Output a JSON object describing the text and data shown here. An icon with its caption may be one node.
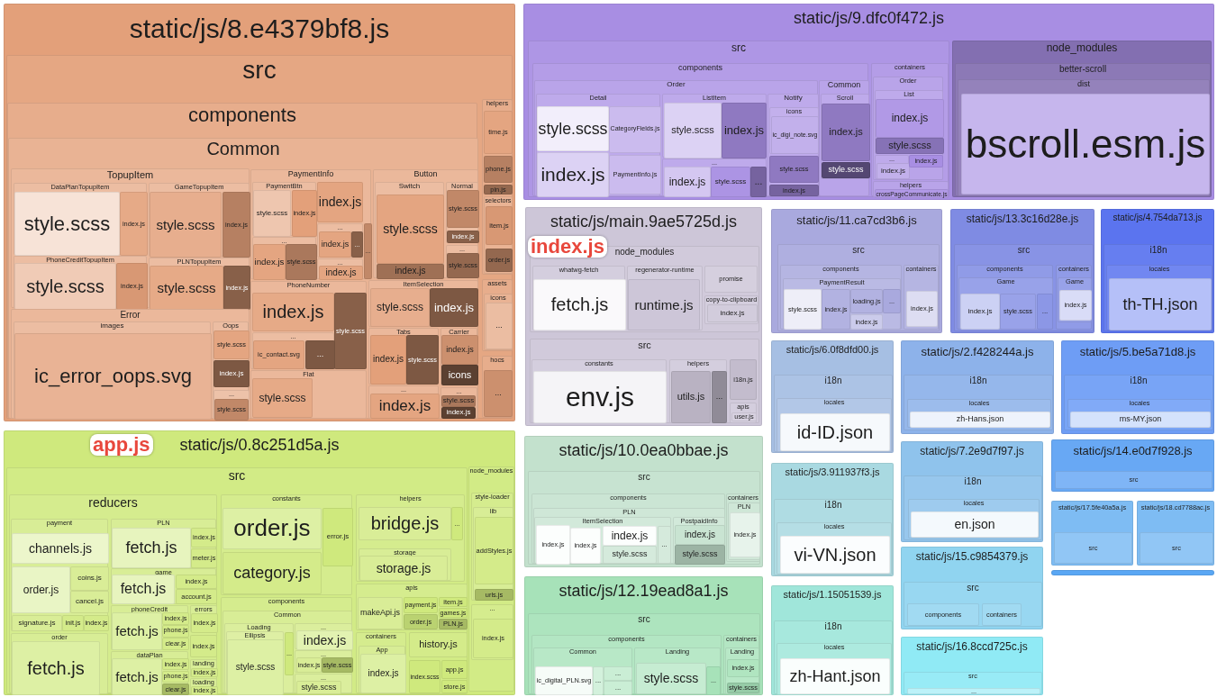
{
  "diagram": {
    "nodes": [
      {
        "text": [
          "static/js/8.e4379bf8.js"
        ]
      },
      {
        "text": [
          "src"
        ],
        "in": 0
      },
      {
        "text": [
          "components"
        ],
        "in": 1
      },
      {
        "text": [
          "Common"
        ],
        "in": 2
      },
      {
        "text": [
          "TopupItem"
        ],
        "in": 3
      },
      {
        "text": [
          "DataPlanTopupItem"
        ],
        "in": 4
      },
      {
        "text": [
          "style.scss"
        ],
        "in": 5
      },
      {
        "text": [
          "index.js"
        ],
        "in": 5
      },
      {
        "text": [
          "GameTopupItem"
        ],
        "in": 4
      },
      {
        "text": [
          "style.scss"
        ],
        "in": 8
      },
      {
        "text": [
          "index.js"
        ],
        "in": 8
      },
      {
        "text": [
          "PhoneCreditTopupItem"
        ],
        "in": 4
      },
      {
        "text": [
          "style.scss"
        ],
        "in": 11
      },
      {
        "text": [
          "index.js"
        ],
        "in": 11
      },
      {
        "text": [
          "PLNTopupItem"
        ],
        "in": 4
      },
      {
        "text": [
          "style.scss"
        ],
        "in": 14
      },
      {
        "text": [
          "index.js"
        ],
        "in": 14
      },
      {
        "text": [
          "Error"
        ],
        "in": 3
      },
      {
        "text": [
          "images"
        ],
        "in": 17
      },
      {
        "text": [
          "ic_error_oops.svg"
        ],
        "in": 18
      },
      {
        "text": [
          "Oops"
        ],
        "in": 17
      },
      {
        "text": [
          "style.scss"
        ],
        "in": 20
      },
      {
        "text": [
          "index.js"
        ],
        "in": 20
      },
      {
        "text": [
          "..."
        ],
        "in": 20
      },
      {
        "text": [
          "style.scss"
        ],
        "in": 23
      },
      {
        "text": [
          "PaymentInfo"
        ],
        "in": 3
      },
      {
        "text": [
          "PaymentBtn"
        ],
        "in": 25
      },
      {
        "text": [
          "style.scss"
        ],
        "in": 26
      },
      {
        "text": [
          "index.js"
        ],
        "in": 26
      },
      {
        "text": [
          "..."
        ],
        "in": 25
      },
      {
        "text": [
          "index.js"
        ],
        "in": 29
      },
      {
        "text": [
          "style.scss"
        ],
        "in": 29
      },
      {
        "text": [
          "index.js"
        ],
        "in": 25
      },
      {
        "text": [
          "..."
        ],
        "in": 25
      },
      {
        "text": [
          "index.js"
        ],
        "in": 33
      },
      {
        "text": [
          "..."
        ],
        "in": 33
      },
      {
        "text": [
          "..."
        ],
        "in": 25
      },
      {
        "text": [
          "index.js"
        ],
        "in": 36
      },
      {
        "text": [
          "..."
        ],
        "in": 25
      },
      {
        "text": [
          "Button"
        ],
        "in": 3
      },
      {
        "text": [
          "Switch"
        ],
        "in": 39
      },
      {
        "text": [
          "style.scss"
        ],
        "in": 40
      },
      {
        "text": [
          "index.js"
        ],
        "in": 40
      },
      {
        "text": [
          "Normal"
        ],
        "in": 39
      },
      {
        "text": [
          "style.scss"
        ],
        "in": 43
      },
      {
        "text": [
          "index.js"
        ],
        "in": 43
      },
      {
        "text": [
          "..."
        ],
        "in": 39
      },
      {
        "text": [
          "style.scss"
        ],
        "in": 46
      },
      {
        "text": [
          "PhoneNumber"
        ],
        "in": 3
      },
      {
        "text": [
          "index.js"
        ],
        "in": 48
      },
      {
        "text": [
          "style.scss"
        ],
        "in": 48
      },
      {
        "text": [
          "..."
        ],
        "in": 48
      },
      {
        "text": [
          "ic_contact.svg"
        ],
        "in": 51
      },
      {
        "text": [
          "..."
        ],
        "in": 51
      },
      {
        "text": [
          "Flat"
        ],
        "in": 3
      },
      {
        "text": [
          "style.scss"
        ],
        "in": 54
      },
      {
        "text": [
          "ItemSelection"
        ],
        "in": 3
      },
      {
        "text": [
          "style.scss"
        ],
        "in": 56
      },
      {
        "text": [
          "index.js"
        ],
        "in": 56
      },
      {
        "text": [
          "Tabs"
        ],
        "in": 3
      },
      {
        "text": [
          "index.js"
        ],
        "in": 59
      },
      {
        "text": [
          "style.scss"
        ],
        "in": 59
      },
      {
        "text": [
          "Carrier"
        ],
        "in": 3
      },
      {
        "text": [
          "index.js"
        ],
        "in": 62
      },
      {
        "text": [
          "icons"
        ],
        "in": 62
      },
      {
        "text": [
          "..."
        ],
        "in": 3
      },
      {
        "text": [
          "index.js"
        ],
        "in": 65
      },
      {
        "text": [
          "..."
        ],
        "in": 3
      },
      {
        "text": [
          "style.scss"
        ],
        "in": 67
      },
      {
        "text": [
          "index.js"
        ],
        "in": 67
      },
      {
        "text": [
          "helpers"
        ],
        "in": 1
      },
      {
        "text": [
          "time.js"
        ],
        "in": 70
      },
      {
        "text": [
          "phone.js"
        ],
        "in": 70
      },
      {
        "text": [
          "pin.js"
        ],
        "in": 70
      },
      {
        "text": [
          "selectors"
        ],
        "in": 70
      },
      {
        "text": [
          "item.js"
        ],
        "in": 74
      },
      {
        "text": [
          "order.js"
        ],
        "in": 74
      },
      {
        "text": [
          "assets"
        ],
        "in": 1
      },
      {
        "text": [
          "icons"
        ],
        "in": 77
      },
      {
        "text": [
          "..."
        ],
        "in": 78
      },
      {
        "text": [
          "hocs"
        ],
        "in": 1
      },
      {
        "text": [
          "..."
        ],
        "in": 80
      },
      {
        "text": [
          "static/js/9.dfc0f472.js"
        ]
      },
      {
        "text": [
          "src"
        ],
        "in": 82
      },
      {
        "text": [
          "components"
        ],
        "in": 83
      },
      {
        "text": [
          "Order"
        ],
        "in": 84
      },
      {
        "text": [
          "Detail"
        ],
        "in": 85
      },
      {
        "text": [
          "style.scss"
        ],
        "in": 86
      },
      {
        "text": [
          "index.js"
        ],
        "in": 86
      },
      {
        "text": [
          "CategoryFields.js"
        ],
        "in": 86
      },
      {
        "text": [
          "PaymentInfo.js"
        ],
        "in": 86
      },
      {
        "text": [
          "ListItem"
        ],
        "in": 85
      },
      {
        "text": [
          "style.scss"
        ],
        "in": 91
      },
      {
        "text": [
          "index.js"
        ],
        "in": 91
      },
      {
        "text": [
          "..."
        ],
        "in": 85
      },
      {
        "text": [
          "index.js"
        ],
        "in": 94
      },
      {
        "text": [
          "style.scss"
        ],
        "in": 94
      },
      {
        "text": [
          "..."
        ],
        "in": 94
      },
      {
        "text": [
          "Notify"
        ],
        "in": 85
      },
      {
        "text": [
          "icons"
        ],
        "in": 98
      },
      {
        "text": [
          "ic_digi_note.svg"
        ],
        "in": 99
      },
      {
        "text": [
          "style.scss"
        ],
        "in": 98
      },
      {
        "text": [
          "index.js"
        ],
        "in": 98
      },
      {
        "text": [
          "Common"
        ],
        "in": 84
      },
      {
        "text": [
          "Scroll"
        ],
        "in": 103
      },
      {
        "text": [
          "index.js"
        ],
        "in": 104
      },
      {
        "text": [
          "style.scss"
        ],
        "in": 104
      },
      {
        "text": [
          "containers"
        ],
        "in": 83
      },
      {
        "text": [
          "Order"
        ],
        "in": 107
      },
      {
        "text": [
          "List"
        ],
        "in": 108
      },
      {
        "text": [
          "index.js"
        ],
        "in": 109
      },
      {
        "text": [
          "style.scss"
        ],
        "in": 109
      },
      {
        "text": [
          "..."
        ],
        "in": 108
      },
      {
        "text": [
          "index.js"
        ],
        "in": 112
      },
      {
        "text": [
          "index.js"
        ],
        "in": 108
      },
      {
        "text": [
          "helpers"
        ],
        "in": 107
      },
      {
        "text": [
          "crossPageCommunicate.js"
        ],
        "in": 115
      },
      {
        "text": [
          "node_modules"
        ],
        "in": 82
      },
      {
        "text": [
          "better-scroll"
        ],
        "in": 117
      },
      {
        "text": [
          "dist"
        ],
        "in": 118
      },
      {
        "text": [
          "bscroll.esm.js"
        ],
        "in": 119
      },
      {
        "text": [
          "static/js/main.9ae5725d.js"
        ]
      },
      {
        "text": [
          "node_modules"
        ],
        "in": 121
      },
      {
        "text": [
          "whatwg-fetch"
        ],
        "in": 122
      },
      {
        "text": [
          "fetch.js"
        ],
        "in": 123
      },
      {
        "text": [
          "regenerator-runtime"
        ],
        "in": 122
      },
      {
        "text": [
          "runtime.js"
        ],
        "in": 125
      },
      {
        "text": [
          "promise"
        ],
        "in": 122
      },
      {
        "text": [
          "copy-to-clipboard"
        ],
        "in": 122
      },
      {
        "text": [
          "index.js"
        ],
        "in": 128
      },
      {
        "text": [
          "src"
        ],
        "in": 121
      },
      {
        "text": [
          "constants"
        ],
        "in": 130
      },
      {
        "text": [
          "env.js"
        ],
        "in": 131
      },
      {
        "text": [
          "helpers"
        ],
        "in": 130
      },
      {
        "text": [
          "utils.js"
        ],
        "in": 133
      },
      {
        "text": [
          "..."
        ],
        "in": 133
      },
      {
        "text": [
          "i18n.js"
        ],
        "in": 130
      },
      {
        "text": [
          "apis"
        ],
        "in": 130
      },
      {
        "text": [
          "user.js"
        ],
        "in": 137
      },
      {
        "text": [
          "static/js/11.ca7cd3b6.js"
        ]
      },
      {
        "text": [
          "src"
        ],
        "in": 139
      },
      {
        "text": [
          "components"
        ],
        "in": 140
      },
      {
        "text": [
          "PaymentResult"
        ],
        "in": 141
      },
      {
        "text": [
          "style.scss"
        ],
        "in": 142
      },
      {
        "text": [
          "index.js"
        ],
        "in": 142
      },
      {
        "text": [
          "loading.js"
        ],
        "in": 142
      },
      {
        "text": [
          "index.js"
        ],
        "in": 142
      },
      {
        "text": [
          "..."
        ],
        "in": 142
      },
      {
        "text": [
          "containers"
        ],
        "in": 140
      },
      {
        "text": [
          "index.js"
        ],
        "in": 148
      },
      {
        "text": [
          "static/js/13.3c16d28e.js"
        ]
      },
      {
        "text": [
          "src"
        ],
        "in": 150
      },
      {
        "text": [
          "components"
        ],
        "in": 151
      },
      {
        "text": [
          "Game"
        ],
        "in": 152
      },
      {
        "text": [
          "index.js"
        ],
        "in": 153
      },
      {
        "text": [
          "style.scss"
        ],
        "in": 153
      },
      {
        "text": [
          "..."
        ],
        "in": 153
      },
      {
        "text": [
          "containers"
        ],
        "in": 151
      },
      {
        "text": [
          "Game"
        ],
        "in": 157
      },
      {
        "text": [
          "index.js"
        ],
        "in": 158
      },
      {
        "text": [
          "static/js/4.754da713.js"
        ]
      },
      {
        "text": [
          "i18n"
        ],
        "in": 160
      },
      {
        "text": [
          "locales"
        ],
        "in": 161
      },
      {
        "text": [
          "th-TH.json"
        ],
        "in": 162
      },
      {
        "text": [
          "static/js/6.0f8dfd00.js"
        ]
      },
      {
        "text": [
          "i18n"
        ],
        "in": 164
      },
      {
        "text": [
          "locales"
        ],
        "in": 165
      },
      {
        "text": [
          "id-ID.json"
        ],
        "in": 166
      },
      {
        "text": [
          "static/js/2.f428244a.js"
        ]
      },
      {
        "text": [
          "i18n"
        ],
        "in": 168
      },
      {
        "text": [
          "locales"
        ],
        "in": 169
      },
      {
        "text": [
          "zh-Hans.json"
        ],
        "in": 170
      },
      {
        "text": [
          "static/js/5.be5a71d8.js"
        ]
      },
      {
        "text": [
          "i18n"
        ],
        "in": 172
      },
      {
        "text": [
          "locales"
        ],
        "in": 173
      },
      {
        "text": [
          "ms-MY.json"
        ],
        "in": 174
      },
      {
        "text": [
          "static/js/10.0ea0bbae.js"
        ]
      },
      {
        "text": [
          "src"
        ],
        "in": 176
      },
      {
        "text": [
          "components"
        ],
        "in": 177
      },
      {
        "text": [
          "PLN"
        ],
        "in": 178
      },
      {
        "text": [
          "ItemSelection"
        ],
        "in": 179
      },
      {
        "text": [
          "index.js"
        ],
        "in": 180
      },
      {
        "text": [
          "index.js"
        ],
        "in": 180
      },
      {
        "text": [
          "index.js"
        ],
        "in": 180
      },
      {
        "text": [
          "style.scss"
        ],
        "in": 180
      },
      {
        "text": [
          "..."
        ],
        "in": 180
      },
      {
        "text": [
          "PostpaidInfo"
        ],
        "in": 179
      },
      {
        "text": [
          "index.js"
        ],
        "in": 186
      },
      {
        "text": [
          "style.scss"
        ],
        "in": 186
      },
      {
        "text": [
          "containers"
        ],
        "in": 177
      },
      {
        "text": [
          "PLN"
        ],
        "in": 189
      },
      {
        "text": [
          "index.js"
        ],
        "in": 190
      },
      {
        "text": [
          "static/js/12.19ead8a1.js"
        ]
      },
      {
        "text": [
          "src"
        ],
        "in": 192
      },
      {
        "text": [
          "components"
        ],
        "in": 193
      },
      {
        "text": [
          "Common"
        ],
        "in": 194
      },
      {
        "text": [
          "ic_digital_PLN.svg"
        ],
        "in": 195
      },
      {
        "text": [
          "..."
        ],
        "in": 195
      },
      {
        "text": [
          "..."
        ],
        "in": 195
      },
      {
        "text": [
          "..."
        ],
        "in": 195
      },
      {
        "text": [
          "Landing"
        ],
        "in": 194
      },
      {
        "text": [
          "style.scss"
        ],
        "in": 200
      },
      {
        "text": [
          "..."
        ],
        "in": 200
      },
      {
        "text": [
          "containers"
        ],
        "in": 193
      },
      {
        "text": [
          "Landing"
        ],
        "in": 203
      },
      {
        "text": [
          "index.js"
        ],
        "in": 204
      },
      {
        "text": [
          "style.scss"
        ],
        "in": 204
      },
      {
        "text": [
          "static/js/3.911937f3.js"
        ]
      },
      {
        "text": [
          "i18n"
        ],
        "in": 207
      },
      {
        "text": [
          "locales"
        ],
        "in": 208
      },
      {
        "text": [
          "vi-VN.json"
        ],
        "in": 209
      },
      {
        "text": [
          "static/js/1.15051539.js"
        ]
      },
      {
        "text": [
          "i18n"
        ],
        "in": 211
      },
      {
        "text": [
          "locales"
        ],
        "in": 212
      },
      {
        "text": [
          "zh-Hant.json"
        ],
        "in": 213
      },
      {
        "text": [
          "static/js/7.2e9d7f97.js"
        ]
      },
      {
        "text": [
          "i18n"
        ],
        "in": 215
      },
      {
        "text": [
          "locales"
        ],
        "in": 216
      },
      {
        "text": [
          "en.json"
        ],
        "in": 217
      },
      {
        "text": [
          "static/js/15.c9854379.js"
        ]
      },
      {
        "text": [
          "src"
        ],
        "in": 219
      },
      {
        "text": [
          "components"
        ],
        "in": 220
      },
      {
        "text": [
          "containers"
        ],
        "in": 220
      },
      {
        "text": [
          "static/js/16.8ccd725c.js"
        ]
      },
      {
        "text": [
          "src"
        ],
        "in": 223
      },
      {
        "text": [
          "..."
        ],
        "in": 224
      },
      {
        "text": [
          "static/js/14.e0d7f928.js"
        ]
      },
      {
        "text": [
          "src"
        ],
        "in": 226
      },
      {
        "text": [
          "static/js/17.5fe40a5a.js"
        ]
      },
      {
        "text": [
          "src"
        ],
        "in": 228
      },
      {
        "text": [
          "static/js/18.cd7788ac.js"
        ]
      },
      {
        "text": [
          "src"
        ],
        "in": 230
      },
      {
        "text": [],
        "shape": "bar"
      },
      {
        "text": [
          "static/js/0.8c251d5a.js"
        ]
      },
      {
        "text": [
          "src"
        ],
        "in": 233
      },
      {
        "text": [
          "reducers"
        ],
        "in": 234
      },
      {
        "text": [
          "payment"
        ],
        "in": 235
      },
      {
        "text": [
          "channels.js"
        ],
        "in": 236
      },
      {
        "text": [
          "order.js"
        ],
        "in": 236
      },
      {
        "text": [
          "coins.js"
        ],
        "in": 236
      },
      {
        "text": [
          "cancel.js"
        ],
        "in": 236
      },
      {
        "text": [
          "signature.js"
        ],
        "in": 236
      },
      {
        "text": [
          "init.js"
        ],
        "in": 236
      },
      {
        "text": [
          "index.js"
        ],
        "in": 236
      },
      {
        "text": [
          "order"
        ],
        "in": 235
      },
      {
        "text": [
          "fetch.js"
        ],
        "in": 244
      },
      {
        "text": [
          "PLN"
        ],
        "in": 235
      },
      {
        "text": [
          "fetch.js"
        ],
        "in": 246
      },
      {
        "text": [
          "index.js"
        ],
        "in": 246
      },
      {
        "text": [
          "meter.js"
        ],
        "in": 246
      },
      {
        "text": [
          "game"
        ],
        "in": 235
      },
      {
        "text": [
          "fetch.js"
        ],
        "in": 250
      },
      {
        "text": [
          "index.js"
        ],
        "in": 250
      },
      {
        "text": [
          "account.js"
        ],
        "in": 250
      },
      {
        "text": [
          "phoneCredit"
        ],
        "in": 235
      },
      {
        "text": [
          "fetch.js"
        ],
        "in": 254
      },
      {
        "text": [
          "index.js"
        ],
        "in": 254
      },
      {
        "text": [
          "phone.js"
        ],
        "in": 254
      },
      {
        "text": [
          "clear.js"
        ],
        "in": 254
      },
      {
        "text": [
          "dataPlan"
        ],
        "in": 235
      },
      {
        "text": [
          "fetch.js"
        ],
        "in": 259
      },
      {
        "text": [
          "index.js"
        ],
        "in": 259
      },
      {
        "text": [
          "phone.js"
        ],
        "in": 259
      },
      {
        "text": [
          "clear.js"
        ],
        "in": 259
      },
      {
        "text": [
          "errors"
        ],
        "in": 235
      },
      {
        "text": [
          "index.js"
        ],
        "in": 264
      },
      {
        "text": [
          "index.js"
        ],
        "in": 235
      },
      {
        "text": [
          "landing"
        ],
        "in": 235
      },
      {
        "text": [
          "index.js"
        ],
        "in": 267
      },
      {
        "text": [
          "loading"
        ],
        "in": 235
      },
      {
        "text": [
          "index.js"
        ],
        "in": 269
      },
      {
        "text": [
          "constants"
        ],
        "in": 234
      },
      {
        "text": [
          "order.js"
        ],
        "in": 271
      },
      {
        "text": [
          "category.js"
        ],
        "in": 271
      },
      {
        "text": [
          "error.js"
        ],
        "in": 271
      },
      {
        "text": [
          "components"
        ],
        "in": 234
      },
      {
        "text": [
          "Common"
        ],
        "in": 275
      },
      {
        "text": [
          "Loading"
        ],
        "in": 276
      },
      {
        "text": [
          "Ellipsis"
        ],
        "in": 277
      },
      {
        "text": [
          "style.scss"
        ],
        "in": 278
      },
      {
        "text": [
          "..."
        ],
        "in": 277
      },
      {
        "text": [
          "..."
        ],
        "in": 276
      },
      {
        "text": [
          "index.js"
        ],
        "in": 281
      },
      {
        "text": [
          "..."
        ],
        "in": 276
      },
      {
        "text": [
          "index.js"
        ],
        "in": 283
      },
      {
        "text": [
          "style.scss"
        ],
        "in": 283
      },
      {
        "text": [
          "..."
        ],
        "in": 276
      },
      {
        "text": [
          "style.scss"
        ],
        "in": 286
      },
      {
        "text": [
          "helpers"
        ],
        "in": 234
      },
      {
        "text": [
          "bridge.js"
        ],
        "in": 288
      },
      {
        "text": [
          "..."
        ],
        "in": 288
      },
      {
        "text": [
          "storage"
        ],
        "in": 288
      },
      {
        "text": [
          "storage.js"
        ],
        "in": 291
      },
      {
        "text": [
          "apis"
        ],
        "in": 234
      },
      {
        "text": [
          "makeApi.js"
        ],
        "in": 293
      },
      {
        "text": [
          "payment.js"
        ],
        "in": 293
      },
      {
        "text": [
          "order.js"
        ],
        "in": 293
      },
      {
        "text": [
          "item.js"
        ],
        "in": 293
      },
      {
        "text": [
          "games.js"
        ],
        "in": 293
      },
      {
        "text": [
          "PLN.js"
        ],
        "in": 293
      },
      {
        "text": [
          "containers"
        ],
        "in": 234
      },
      {
        "text": [
          "App"
        ],
        "in": 300
      },
      {
        "text": [
          "index.js"
        ],
        "in": 301
      },
      {
        "text": [
          "history.js"
        ],
        "in": 234
      },
      {
        "text": [
          "index.scss"
        ],
        "in": 234
      },
      {
        "text": [
          "app.js"
        ],
        "in": 234
      },
      {
        "text": [
          "store.js"
        ],
        "in": 234
      },
      {
        "text": [
          "node_modules"
        ],
        "in": 233
      },
      {
        "text": [
          "style-loader"
        ],
        "in": 307
      },
      {
        "text": [
          "lib"
        ],
        "in": 308
      },
      {
        "text": [
          "addStyles.js"
        ],
        "in": 309
      },
      {
        "text": [
          "urls.js"
        ],
        "in": 309
      },
      {
        "text": [
          "..."
        ],
        "in": 307
      },
      {
        "text": [
          "index.js"
        ],
        "in": 312
      }
    ],
    "labels": [
      "index.js",
      "app.js"
    ]
  }
}
